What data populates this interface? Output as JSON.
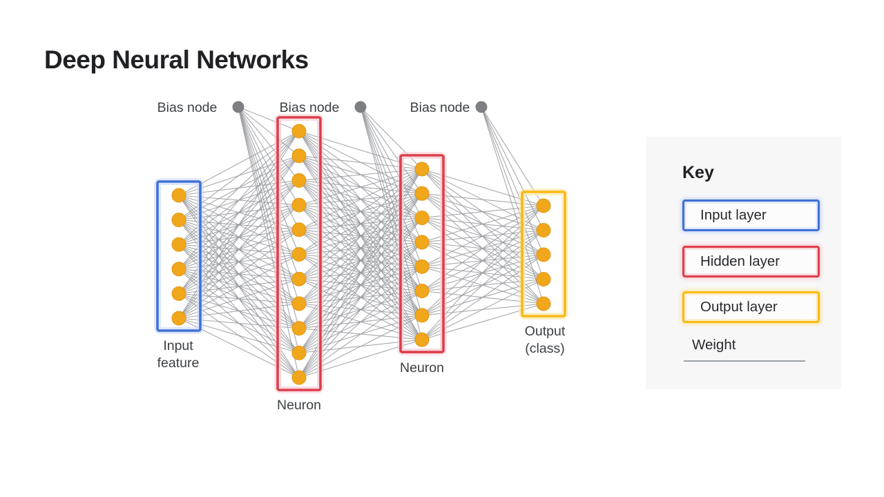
{
  "title": "Deep Neural Networks",
  "colors": {
    "blue": "#4170D6",
    "blue_glow": "#C8D8F7",
    "blue_inner": "#D9E4FB",
    "red": "#DD3E4C",
    "red_glow": "#F8CCD1",
    "red_inner": "#F6D4D8",
    "yellow": "#F8BA17",
    "yellow_glow": "#FBE3A0",
    "yellow_inner": "#FDEDC2",
    "node": "#F1A71C",
    "node_edge": "#E2950E",
    "bias_dot": "#7E7F83",
    "connection_line": "#97999D",
    "label_text": "#3C4043",
    "title_text": "#202124",
    "panel_bg": "#F7F7F8"
  },
  "network": {
    "bias_nodes": [
      {
        "label": "Bias node",
        "connects_to": "hidden1"
      },
      {
        "label": "Bias node",
        "connects_to": "hidden2"
      },
      {
        "label": "Bias node",
        "connects_to": "output"
      }
    ],
    "layers": [
      {
        "id": "input",
        "label": "Input\nfeature",
        "nodes": 6,
        "box_color": "blue"
      },
      {
        "id": "hidden1",
        "label": "Neuron",
        "nodes": 11,
        "box_color": "red"
      },
      {
        "id": "hidden2",
        "label": "Neuron",
        "nodes": 8,
        "box_color": "red"
      },
      {
        "id": "output",
        "label": "Output\n(class)",
        "nodes": 5,
        "box_color": "yellow"
      }
    ]
  },
  "key": {
    "heading": "Key",
    "items": [
      {
        "label": "Input layer",
        "color": "blue"
      },
      {
        "label": "Hidden layer",
        "color": "red"
      },
      {
        "label": "Output layer",
        "color": "yellow"
      }
    ],
    "weight_label": "Weight"
  }
}
